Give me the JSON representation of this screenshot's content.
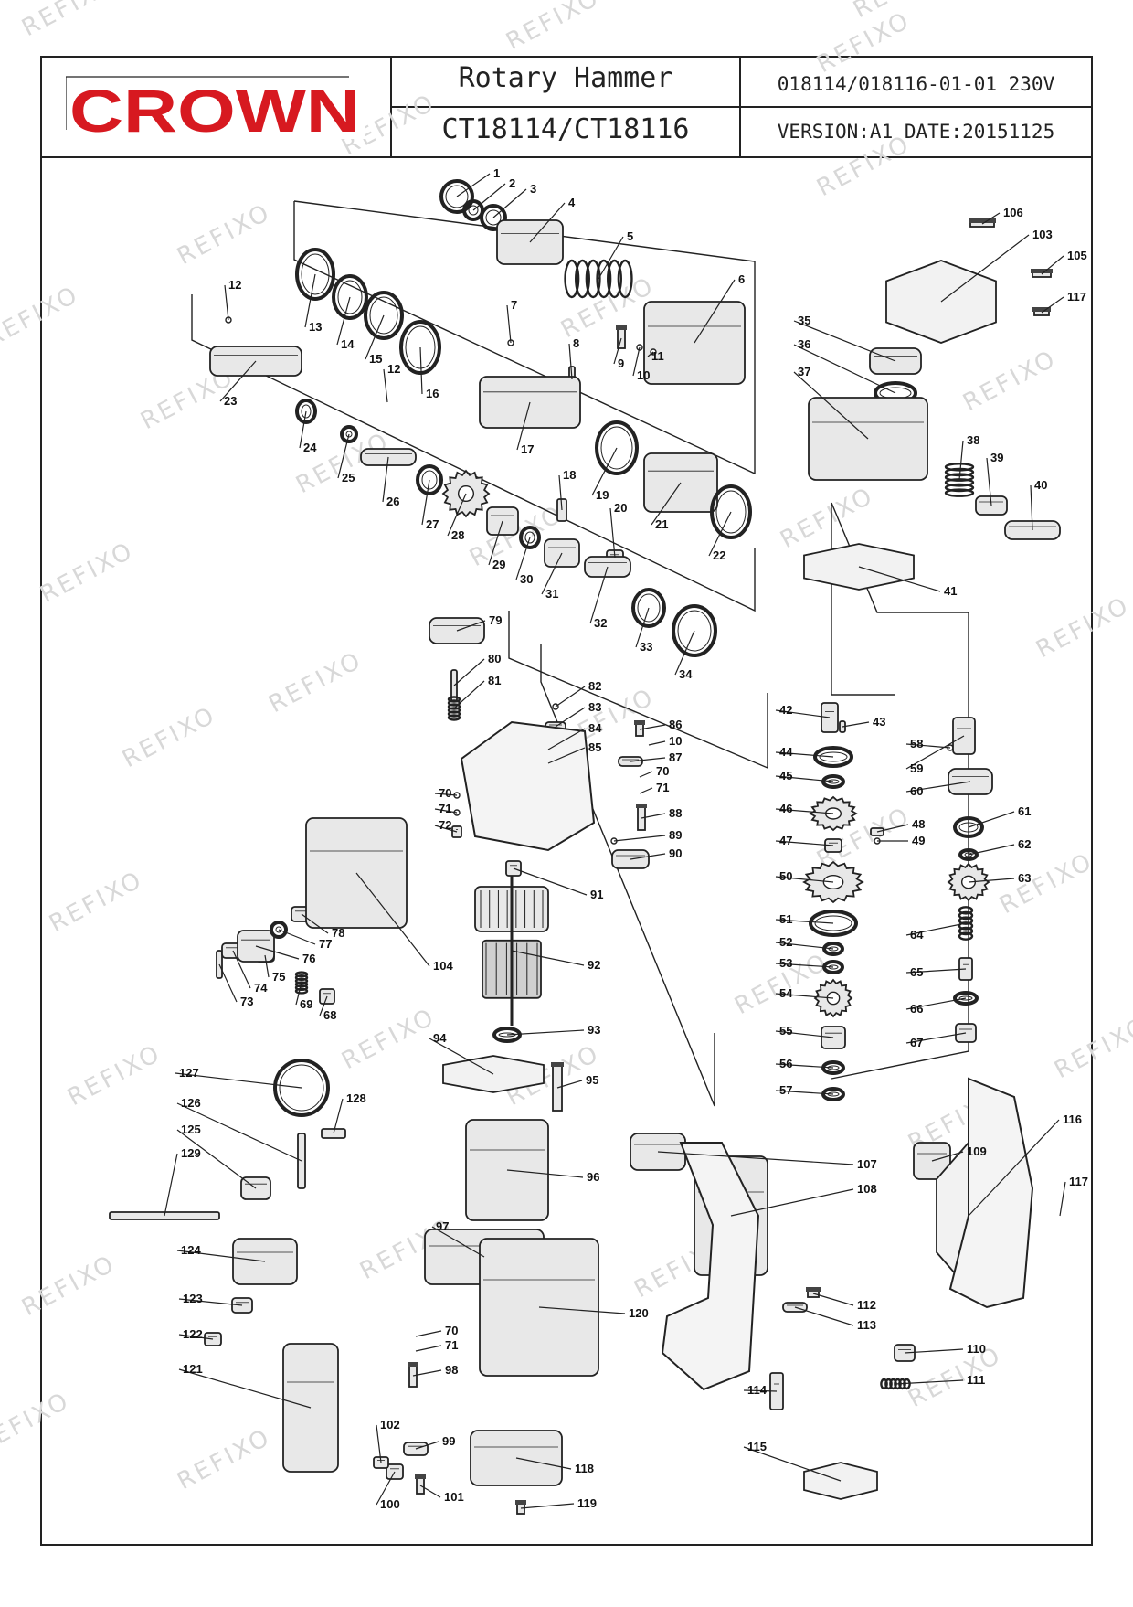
{
  "header": {
    "brand": "CROWN",
    "product_name": "Rotary Hammer",
    "model": "CT18114/CT18116",
    "drawing_code": "018114/018116-01-01  230V",
    "version_date": "VERSION:A1  DATE:20151125"
  },
  "watermark": "REFIXO",
  "part_numbers": [
    "1",
    "2",
    "3",
    "4",
    "5",
    "6",
    "7",
    "8",
    "9",
    "10",
    "11",
    "12",
    "13",
    "14",
    "15",
    "16",
    "17",
    "18",
    "19",
    "20",
    "21",
    "22",
    "23",
    "24",
    "25",
    "26",
    "27",
    "28",
    "29",
    "30",
    "31",
    "32",
    "33",
    "34",
    "35",
    "36",
    "37",
    "38",
    "39",
    "40",
    "41",
    "42",
    "43",
    "44",
    "45",
    "46",
    "47",
    "48",
    "49",
    "50",
    "51",
    "52",
    "53",
    "54",
    "55",
    "56",
    "57",
    "58",
    "59",
    "60",
    "61",
    "62",
    "63",
    "64",
    "65",
    "66",
    "67",
    "68",
    "69",
    "70",
    "71",
    "72",
    "73",
    "74",
    "75",
    "76",
    "77",
    "78",
    "79",
    "80",
    "81",
    "82",
    "83",
    "84",
    "85",
    "86",
    "87",
    "88",
    "89",
    "90",
    "91",
    "92",
    "93",
    "94",
    "95",
    "96",
    "97",
    "98",
    "99",
    "100",
    "101",
    "102",
    "103",
    "104",
    "105",
    "106",
    "107",
    "108",
    "109",
    "110",
    "111",
    "112",
    "113",
    "114",
    "115",
    "116",
    "117",
    "118",
    "119",
    "120",
    "121",
    "122",
    "123",
    "124",
    "125",
    "126",
    "127",
    "128",
    "129"
  ],
  "colors": {
    "brand_red": "#d71920",
    "line": "#222222",
    "part_fill": "#e8e8e8",
    "watermark": "#d8d8d8"
  }
}
